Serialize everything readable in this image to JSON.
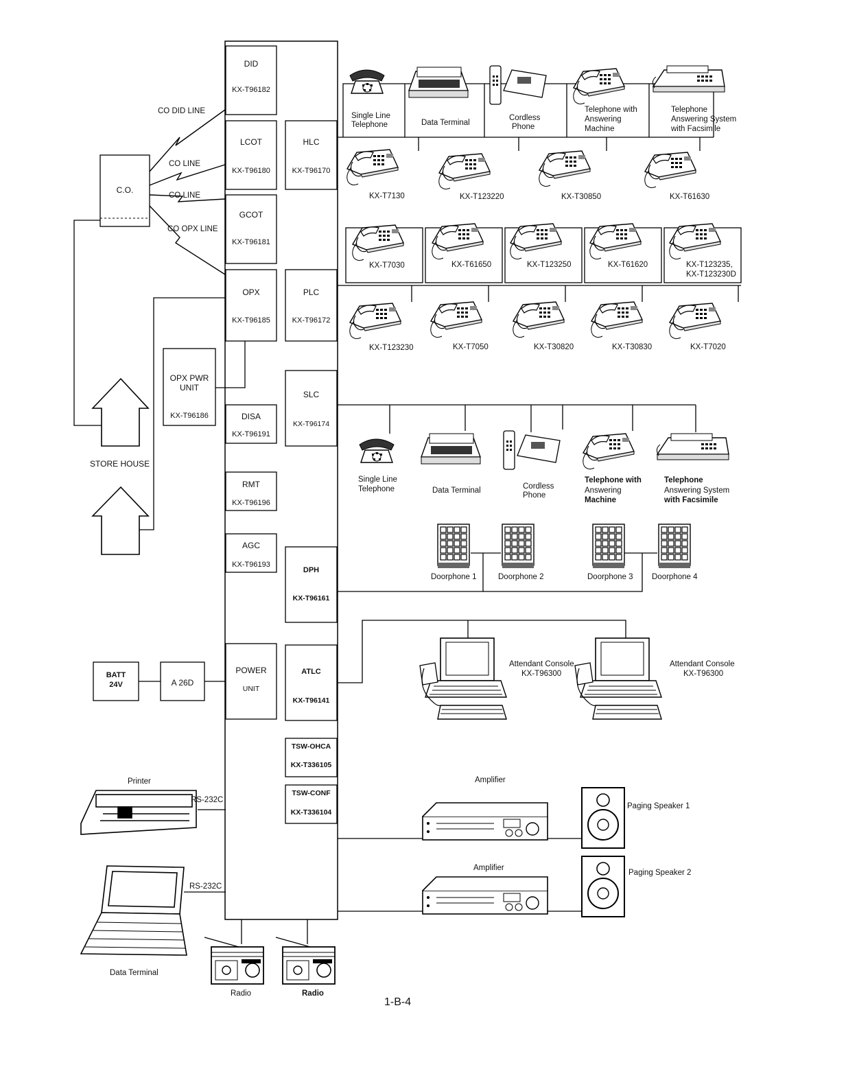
{
  "cards": {
    "did": {
      "name": "DID",
      "code": "KX-T96182"
    },
    "lcot": {
      "name": "LCOT",
      "code": "KX-T96180"
    },
    "gcot": {
      "name": "GCOT",
      "code": "KX-T96181"
    },
    "opx": {
      "name": "OPX",
      "code": "KX-T96185"
    },
    "hlc": {
      "name": "HLC",
      "code": "KX-T96170"
    },
    "plc": {
      "name": "PLC",
      "code": "KX-T96172"
    },
    "slc": {
      "name": "SLC",
      "code": "KX-T96174"
    },
    "disa": {
      "name": "DISA",
      "code": "KX-T96191"
    },
    "rmt": {
      "name": "RMT",
      "code": "KX-T96196"
    },
    "agc": {
      "name": "AGC",
      "code": "KX-T96193"
    },
    "dph": {
      "name": "DPH",
      "code": "KX-T96161"
    },
    "power": {
      "name": "POWER",
      "sub": "UNIT"
    },
    "atlc": {
      "name": "ATLC",
      "code": "KX-T96141"
    },
    "ohca": {
      "name": "TSW-OHCA",
      "code": "KX-T336105"
    },
    "conf": {
      "name": "TSW-CONF",
      "code": "KX-T336104"
    },
    "opxpwr": {
      "name1": "OPX PWR",
      "name2": "UNIT",
      "code": "KX-T96186"
    }
  },
  "lines": {
    "did": "CO DID LINE",
    "co1": "CO LINE",
    "co2": "CO LINE",
    "opx": "CO OPX LINE"
  },
  "left": {
    "co": "C.O.",
    "storehouse": "STORE HOUSE",
    "batt1": "BATT",
    "batt2": "24V",
    "a26d": "A 26D",
    "printer": "Printer",
    "rs1": "RS-232C",
    "rs2": "RS-232C",
    "data_terminal": "Data Terminal",
    "radio1": "Radio",
    "radio2": "Radio"
  },
  "hlc_row1": {
    "single1": "Single Line",
    "single2": "Telephone",
    "data": "Data Terminal",
    "cordless1": "Cordless",
    "cordless2": "Phone",
    "tam1": "Telephone with",
    "tam2": "Answering",
    "tam3": "Machine",
    "fax1": "Telephone",
    "fax2": "Answering System",
    "fax3": "with Facsimile"
  },
  "hlc_row2": [
    "KX-T7130",
    "KX-T123220",
    "KX-T30850",
    "KX-T61630"
  ],
  "plc_row1": [
    "KX-T7030",
    "KX-T61650",
    "KX-T123250",
    "KX-T61620",
    "KX-T123235,",
    "KX-T123230D"
  ],
  "plc_row2": [
    "KX-T123230",
    "KX-T7050",
    "KX-T30820",
    "KX-T30830",
    "KX-T7020"
  ],
  "slc_row": {
    "single1": "Single Line",
    "single2": "Telephone",
    "data": "Data Terminal",
    "cordless1": "Cordless",
    "cordless2": "Phone",
    "tam1": "Telephone with",
    "tam2": "Answering",
    "tam3": "Machine",
    "fax1": "Telephone",
    "fax2": "Answering System",
    "fax3": "with Facsimile"
  },
  "doorphones": [
    "Doorphone 1",
    "Doorphone 2",
    "Doorphone 3",
    "Doorphone 4"
  ],
  "consoles": {
    "name": "Attendant Console",
    "code": "KX-T96300"
  },
  "paging": {
    "amp": "Amplifier",
    "spk1": "Paging Speaker 1",
    "spk2": "Paging Speaker 2"
  },
  "page_number": "1-B-4"
}
